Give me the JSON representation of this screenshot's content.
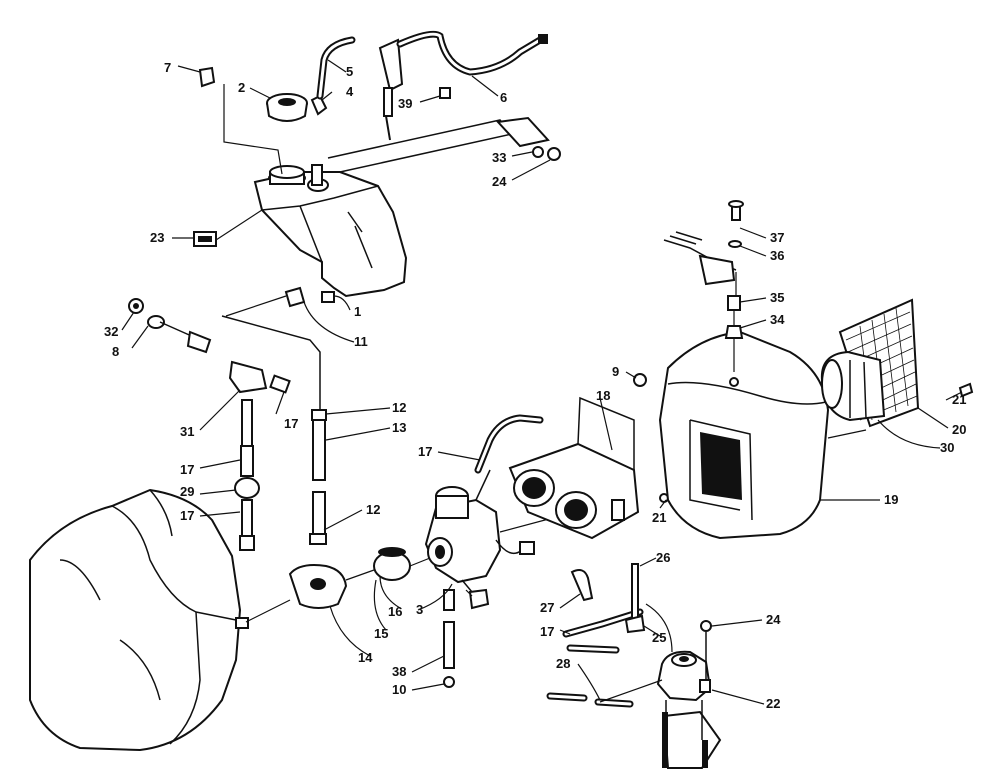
{
  "diagram": {
    "callouts": [
      {
        "id": "c7",
        "text": "7"
      },
      {
        "id": "c2",
        "text": "2"
      },
      {
        "id": "c5",
        "text": "5"
      },
      {
        "id": "c4",
        "text": "4"
      },
      {
        "id": "c39",
        "text": "39"
      },
      {
        "id": "c6",
        "text": "6"
      },
      {
        "id": "c33",
        "text": "33"
      },
      {
        "id": "c24a",
        "text": "24"
      },
      {
        "id": "c23",
        "text": "23"
      },
      {
        "id": "c1",
        "text": "1"
      },
      {
        "id": "c11",
        "text": "11"
      },
      {
        "id": "c32",
        "text": "32"
      },
      {
        "id": "c8",
        "text": "8"
      },
      {
        "id": "c31",
        "text": "31"
      },
      {
        "id": "c17a",
        "text": "17"
      },
      {
        "id": "c17b",
        "text": "17"
      },
      {
        "id": "c29",
        "text": "29"
      },
      {
        "id": "c17c",
        "text": "17"
      },
      {
        "id": "c12a",
        "text": "12"
      },
      {
        "id": "c13",
        "text": "13"
      },
      {
        "id": "c17d",
        "text": "17"
      },
      {
        "id": "c12b",
        "text": "12"
      },
      {
        "id": "c18",
        "text": "18"
      },
      {
        "id": "c21a",
        "text": "21"
      },
      {
        "id": "c9",
        "text": "9"
      },
      {
        "id": "c37",
        "text": "37"
      },
      {
        "id": "c36",
        "text": "36"
      },
      {
        "id": "c35",
        "text": "35"
      },
      {
        "id": "c34",
        "text": "34"
      },
      {
        "id": "c21b",
        "text": "21"
      },
      {
        "id": "c20",
        "text": "20"
      },
      {
        "id": "c30",
        "text": "30"
      },
      {
        "id": "c19",
        "text": "19"
      },
      {
        "id": "c16",
        "text": "16"
      },
      {
        "id": "c15",
        "text": "15"
      },
      {
        "id": "c14",
        "text": "14"
      },
      {
        "id": "c3",
        "text": "3"
      },
      {
        "id": "c38",
        "text": "38"
      },
      {
        "id": "c10",
        "text": "10"
      },
      {
        "id": "c26",
        "text": "26"
      },
      {
        "id": "c27",
        "text": "27"
      },
      {
        "id": "c17e",
        "text": "17"
      },
      {
        "id": "c25",
        "text": "25"
      },
      {
        "id": "c24b",
        "text": "24"
      },
      {
        "id": "c28",
        "text": "28"
      },
      {
        "id": "c22",
        "text": "22"
      }
    ]
  }
}
